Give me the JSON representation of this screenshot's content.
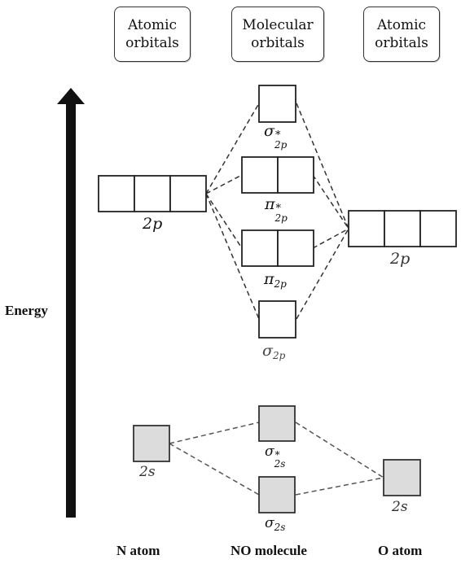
{
  "headers": {
    "left": [
      "Atomic",
      "orbitals"
    ],
    "middle": [
      "Molecular",
      "orbitals"
    ],
    "right": [
      "Atomic",
      "orbitals"
    ]
  },
  "axis": {
    "label": "Energy"
  },
  "left_atom": {
    "name": "N atom",
    "p_label": "2p",
    "s_label": "2s"
  },
  "right_atom": {
    "name": "O atom",
    "p_label": "2p",
    "s_label": "2s"
  },
  "molecule": {
    "name": "NO molecule",
    "orbitals": [
      {
        "symbol": "σ",
        "sub": "2p",
        "star": true
      },
      {
        "symbol": "π",
        "sub": "2p",
        "star": true
      },
      {
        "symbol": "π",
        "sub": "2p",
        "star": false
      },
      {
        "symbol": "σ",
        "sub": "2p",
        "star": false
      },
      {
        "symbol": "σ",
        "sub": "2s",
        "star": true
      },
      {
        "symbol": "σ",
        "sub": "2s",
        "star": false
      }
    ]
  }
}
